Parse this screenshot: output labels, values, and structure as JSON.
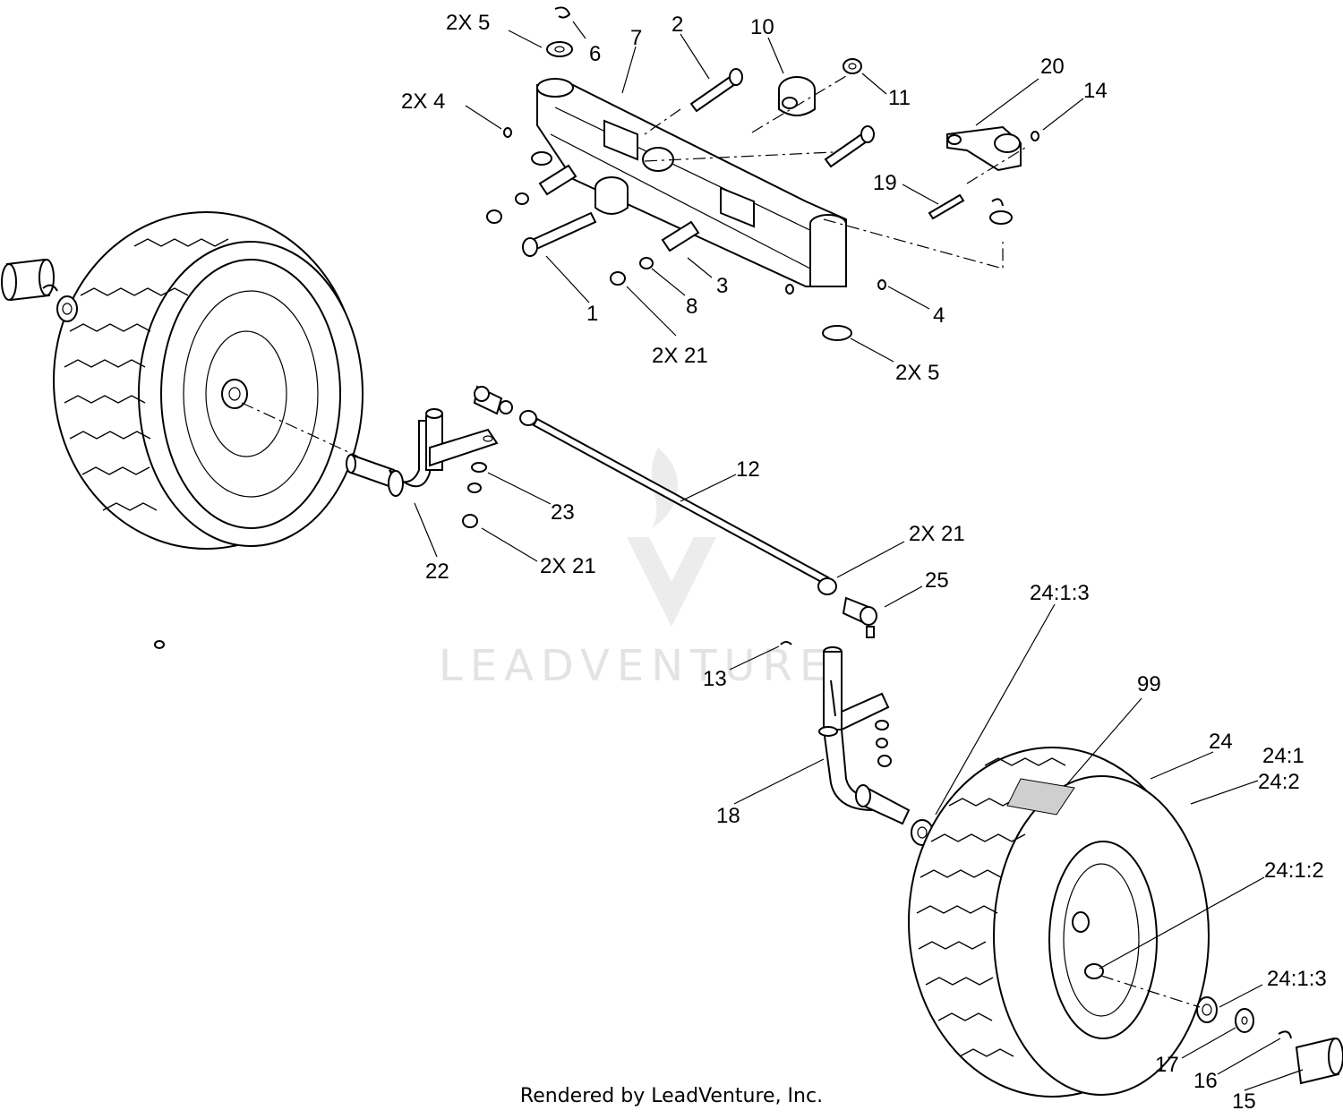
{
  "watermark": "LEADVENTURE",
  "caption": "Rendered by LeadVenture, Inc.",
  "callouts": {
    "c_2x5_top": "2X 5",
    "c_6": "6",
    "c_7": "7",
    "c_2": "2",
    "c_10": "10",
    "c_11": "11",
    "c_20": "20",
    "c_14": "14",
    "c_2x4": "2X 4",
    "c_19": "19",
    "c_1": "1",
    "c_8": "8",
    "c_3": "3",
    "c_4": "4",
    "c_2x21_top": "2X 21",
    "c_2x5_bot": "2X 5",
    "c_12": "12",
    "c_23": "23",
    "c_22": "22",
    "c_2x21_mid": "2X 21",
    "c_2x21_right": "2X 21",
    "c_25": "25",
    "c_24_1_3_top": "24:1:3",
    "c_13": "13",
    "c_99": "99",
    "c_24": "24",
    "c_24_1": "24:1",
    "c_24_2": "24:2",
    "c_18": "18",
    "c_24_1_2": "24:1:2",
    "c_24_1_3_bot": "24:1:3",
    "c_17": "17",
    "c_16": "16",
    "c_15": "15"
  }
}
